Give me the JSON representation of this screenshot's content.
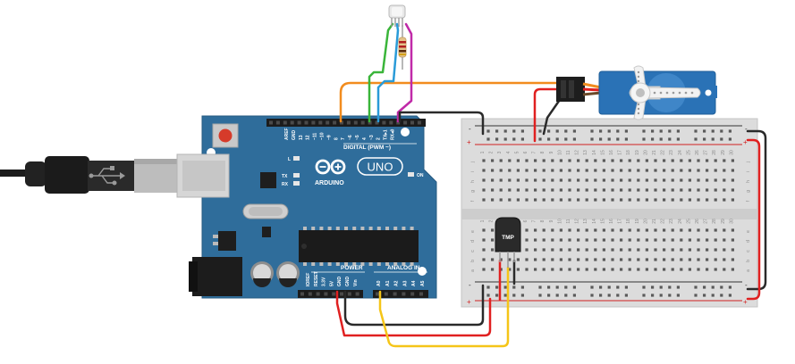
{
  "board": {
    "brand": "ARDUINO",
    "model": "UNO",
    "digital_label": "DIGITAL (PWM ~)",
    "power_label": "POWER",
    "analog_label": "ANALOG IN",
    "on_label": "ON",
    "led_l": "L",
    "led_tx": "TX",
    "led_rx": "RX",
    "digital_pins": [
      "AREF",
      "GND",
      "13",
      "12",
      "~11",
      "~10",
      "~9",
      "8",
      "7",
      "~6",
      "~5",
      "4",
      "~3",
      "2",
      "TX▸1",
      "RX◂0"
    ],
    "power_pins": [
      "IOREF",
      "RESET",
      "3.3V",
      "5V",
      "GND",
      "GND",
      "Vin"
    ],
    "analog_pins": [
      "A0",
      "A1",
      "A2",
      "A3",
      "A4",
      "A5"
    ]
  },
  "sensor": {
    "label": "TMP"
  },
  "breadboard": {
    "rows_top": [
      "j",
      "i",
      "h",
      "g",
      "f"
    ],
    "rows_bottom": [
      "e",
      "d",
      "c",
      "b",
      "a"
    ],
    "plus": "+",
    "minus": "-"
  },
  "colors": {
    "board": "#2f6d9b",
    "servo": "#2a72b6",
    "wire_orange": "#f28c1e",
    "wire_green": "#3ab53a",
    "wire_blue": "#2a9bd8",
    "wire_magenta": "#c02aa8",
    "wire_red": "#e02020",
    "wire_black": "#2a2a2a",
    "wire_yellow": "#f5c518"
  }
}
